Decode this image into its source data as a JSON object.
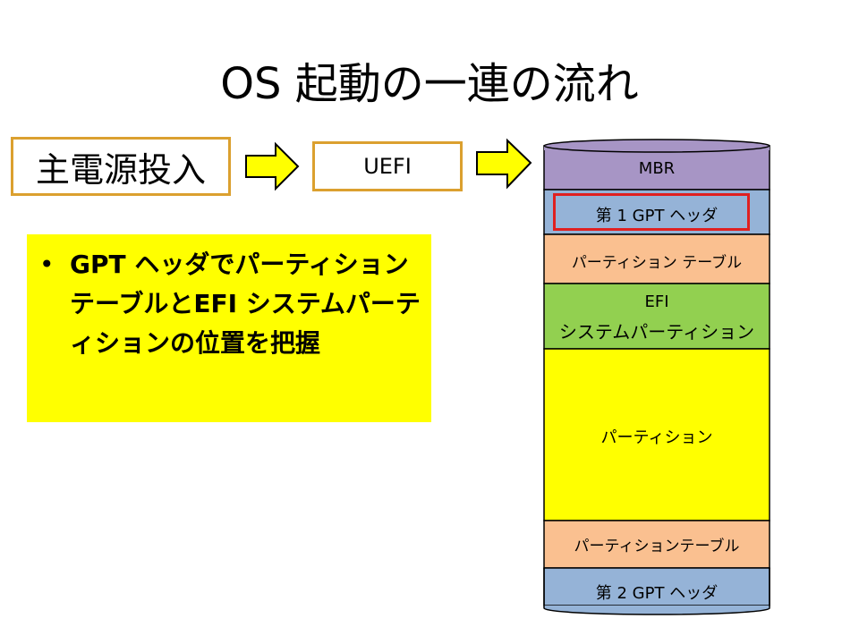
{
  "title": "OS 起動の一連の流れ",
  "flow": {
    "power_on": "主電源投入",
    "uefi": "UEFI"
  },
  "note": {
    "bullet": "•",
    "text": "GPT ヘッダでパーティションテーブルとEFI システムパーティションの位置を把握"
  },
  "disk_segments": {
    "mbr": "MBR",
    "gpt1": "第 1 GPT ヘッダ",
    "table1": "パーティション テーブル",
    "efi_line1": "EFI",
    "efi_line2": "システムパーティション",
    "partition": "パーティション",
    "table2": "パーティションテーブル",
    "gpt2": "第 2 GPT ヘッダ"
  },
  "colors": {
    "mbr": "#a795c5",
    "gpt": "#95b3d7",
    "table": "#fac090",
    "efi": "#92d050",
    "partition": "#ffff00",
    "note_bg": "#ffff00",
    "box_border": "#dba02f",
    "highlight_border": "#e02020"
  }
}
